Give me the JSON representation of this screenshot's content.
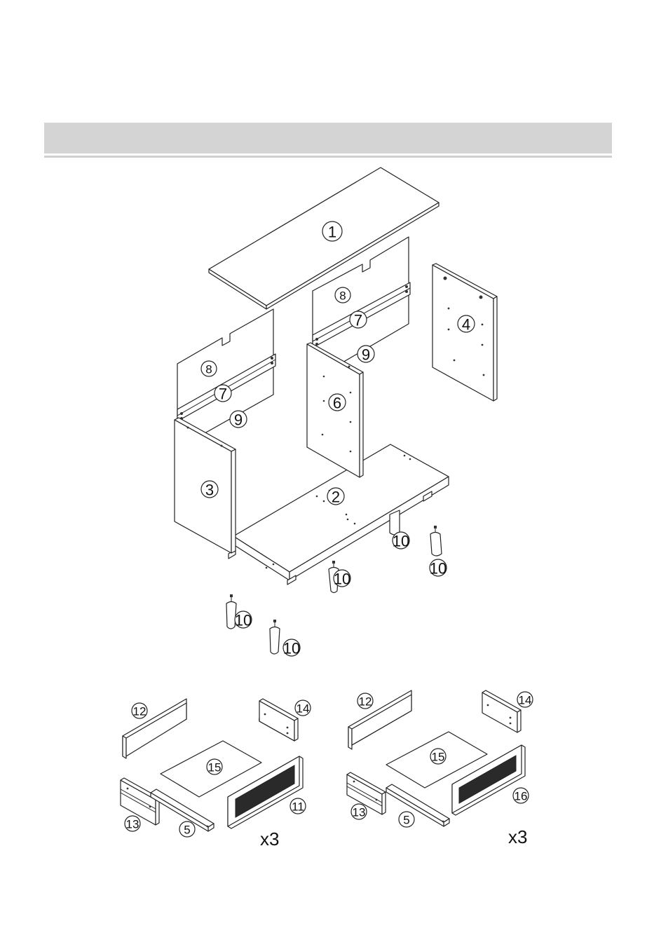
{
  "parts": {
    "p1": "1",
    "p2": "2",
    "p3": "3",
    "p4": "4",
    "p5": "5",
    "p6": "6",
    "p7": "7",
    "p8": "8",
    "p9": "9",
    "p10": "10",
    "p11": "11",
    "p12": "12",
    "p13": "13",
    "p14": "14",
    "p15": "15",
    "p16": "16"
  },
  "quantities": {
    "left_drawer": "x3",
    "right_drawer": "x3"
  }
}
